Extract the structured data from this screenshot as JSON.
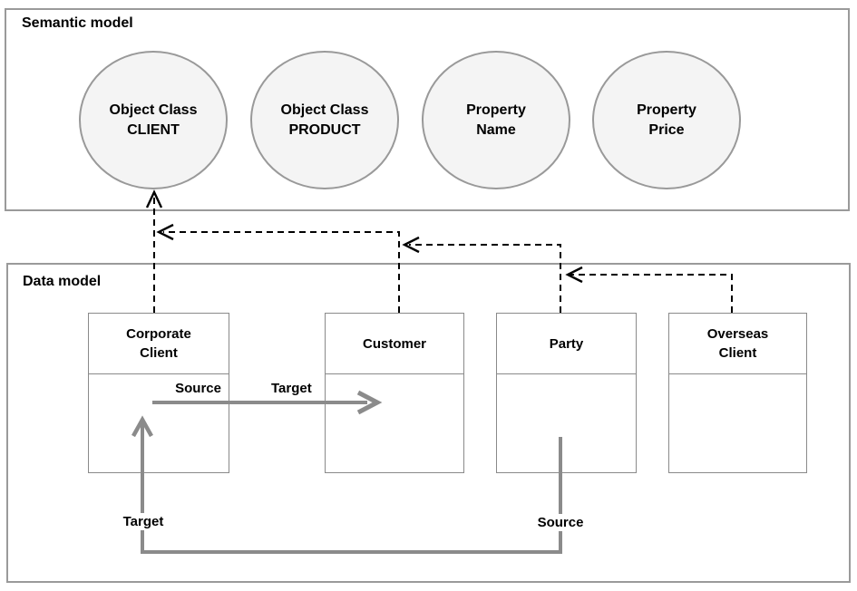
{
  "semantic_panel": {
    "title": "Semantic model",
    "nodes": [
      {
        "label": "Object Class\nCLIENT"
      },
      {
        "label": "Object Class\nPRODUCT"
      },
      {
        "label": "Property\nName"
      },
      {
        "label": "Property\nPrice"
      }
    ]
  },
  "data_panel": {
    "title": "Data model",
    "entities": [
      {
        "label": "Corporate\nClient"
      },
      {
        "label": "Customer"
      },
      {
        "label": "Party"
      },
      {
        "label": "Overseas\nClient"
      }
    ]
  },
  "flow_labels": {
    "corporate_to_customer": {
      "source": "Source",
      "target": "Target"
    },
    "party_to_corporate": {
      "source": "Source",
      "target": "Target"
    }
  },
  "colors": {
    "panel_border": "#9a9a9a",
    "entity_border": "#8a8a8a",
    "node_fill": "#f4f4f4",
    "node_border": "#999999",
    "dashed_arrow": "#000000",
    "solid_arrow": "#8b8b8b",
    "text": "#000000",
    "background": "#ffffff"
  }
}
